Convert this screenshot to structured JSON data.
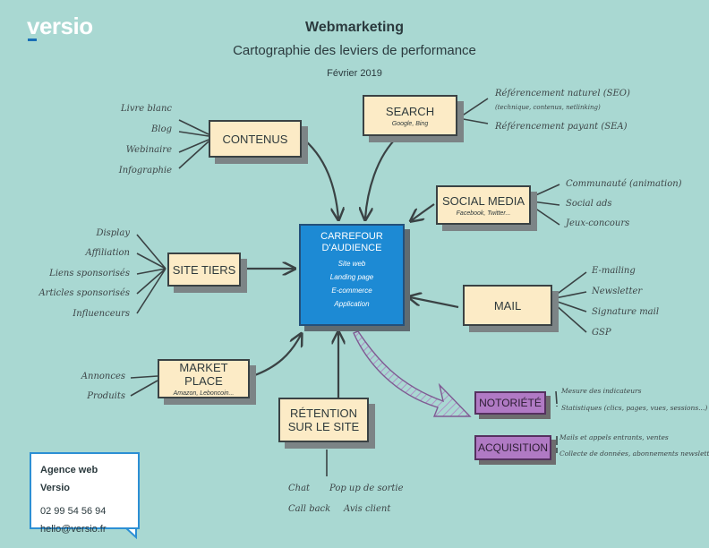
{
  "logo": "versio",
  "title": "Webmarketing",
  "subtitle": "Cartographie des leviers de performance",
  "date": "Février 2019",
  "center": {
    "title_line1": "CARREFOUR",
    "title_line2": "D'AUDIENCE",
    "items": [
      "Site web",
      "Landing page",
      "E-commerce",
      "Application"
    ]
  },
  "nodes": {
    "contenus": {
      "label": "CONTENUS",
      "items": [
        "Livre blanc",
        "Blog",
        "Webinaire",
        "Infographie"
      ]
    },
    "search": {
      "label": "SEARCH",
      "sub": "Google, Bing",
      "items": [
        "Référencement naturel (SEO)",
        "(technique, contenus, netlinking)",
        "Référencement payant (SEA)"
      ]
    },
    "social": {
      "label": "SOCIAL MEDIA",
      "sub": "Facebook, Twitter...",
      "items": [
        "Communauté (animation)",
        "Social ads",
        "Jeux-concours"
      ]
    },
    "site_tiers": {
      "label": "SITE TIERS",
      "items": [
        "Display",
        "Affiliation",
        "Liens sponsorisés",
        "Articles sponsorisés",
        "Influenceurs"
      ]
    },
    "mail": {
      "label": "MAIL",
      "items": [
        "E-mailing",
        "Newsletter",
        "Signature mail",
        "GSP"
      ]
    },
    "market": {
      "label": "MARKET PLACE",
      "sub": "Amazon, Leboncoin...",
      "items": [
        "Annonces",
        "Produits"
      ]
    },
    "retention": {
      "label_line1": "RÉTENTION",
      "label_line2": "SUR LE SITE",
      "items": [
        "Chat",
        "Pop up de sortie",
        "Call back",
        "Avis client"
      ]
    }
  },
  "outcomes": {
    "notoriete": {
      "label": "NOTORIÉTÉ",
      "items": [
        "Mesure des indicateurs",
        "Statistiques (clics, pages, vues, sessions...)"
      ]
    },
    "acquisition": {
      "label": "ACQUISITION",
      "items": [
        "Mails et appels entrants, ventes",
        "Collecte de données, abonnements newsletters"
      ]
    }
  },
  "contact": {
    "title": "Agence web Versio",
    "phone": "02 99 54 56 94",
    "email": "hello@versio.fr"
  },
  "colors": {
    "background": "#a9d8d2",
    "node_fill": "#fcebc6",
    "center_fill": "#1d8ad4",
    "outcome_fill": "#b07ac4",
    "contact_border": "#2c8fd4"
  }
}
